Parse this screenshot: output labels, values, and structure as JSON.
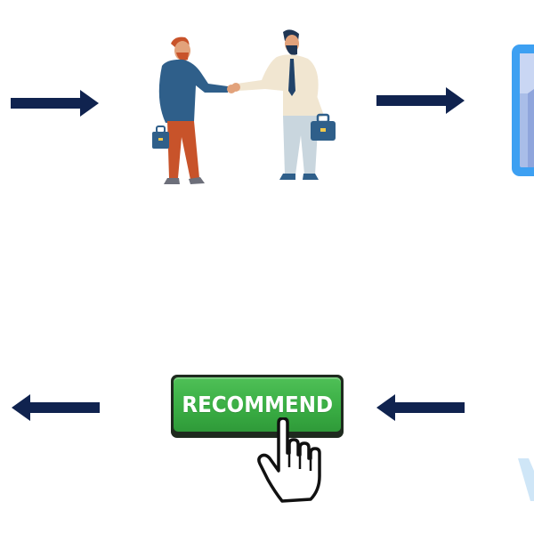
{
  "diagram": {
    "nodes": {
      "handshake": {
        "icon": "handshake-icon"
      },
      "recommend": {
        "label": "RECOMMEND",
        "icon": "hand-pointer-icon"
      },
      "device": {
        "icon": "tablet-icon"
      }
    },
    "arrows": [
      {
        "name": "arrow-in-top",
        "direction": "right"
      },
      {
        "name": "arrow-out-top",
        "direction": "right"
      },
      {
        "name": "arrow-in-bottom",
        "direction": "left"
      },
      {
        "name": "arrow-out-bottom",
        "direction": "left"
      }
    ],
    "colors": {
      "arrow": "#10234f",
      "button_green": "#3aae44",
      "device_blue": "#3da0f2"
    }
  }
}
